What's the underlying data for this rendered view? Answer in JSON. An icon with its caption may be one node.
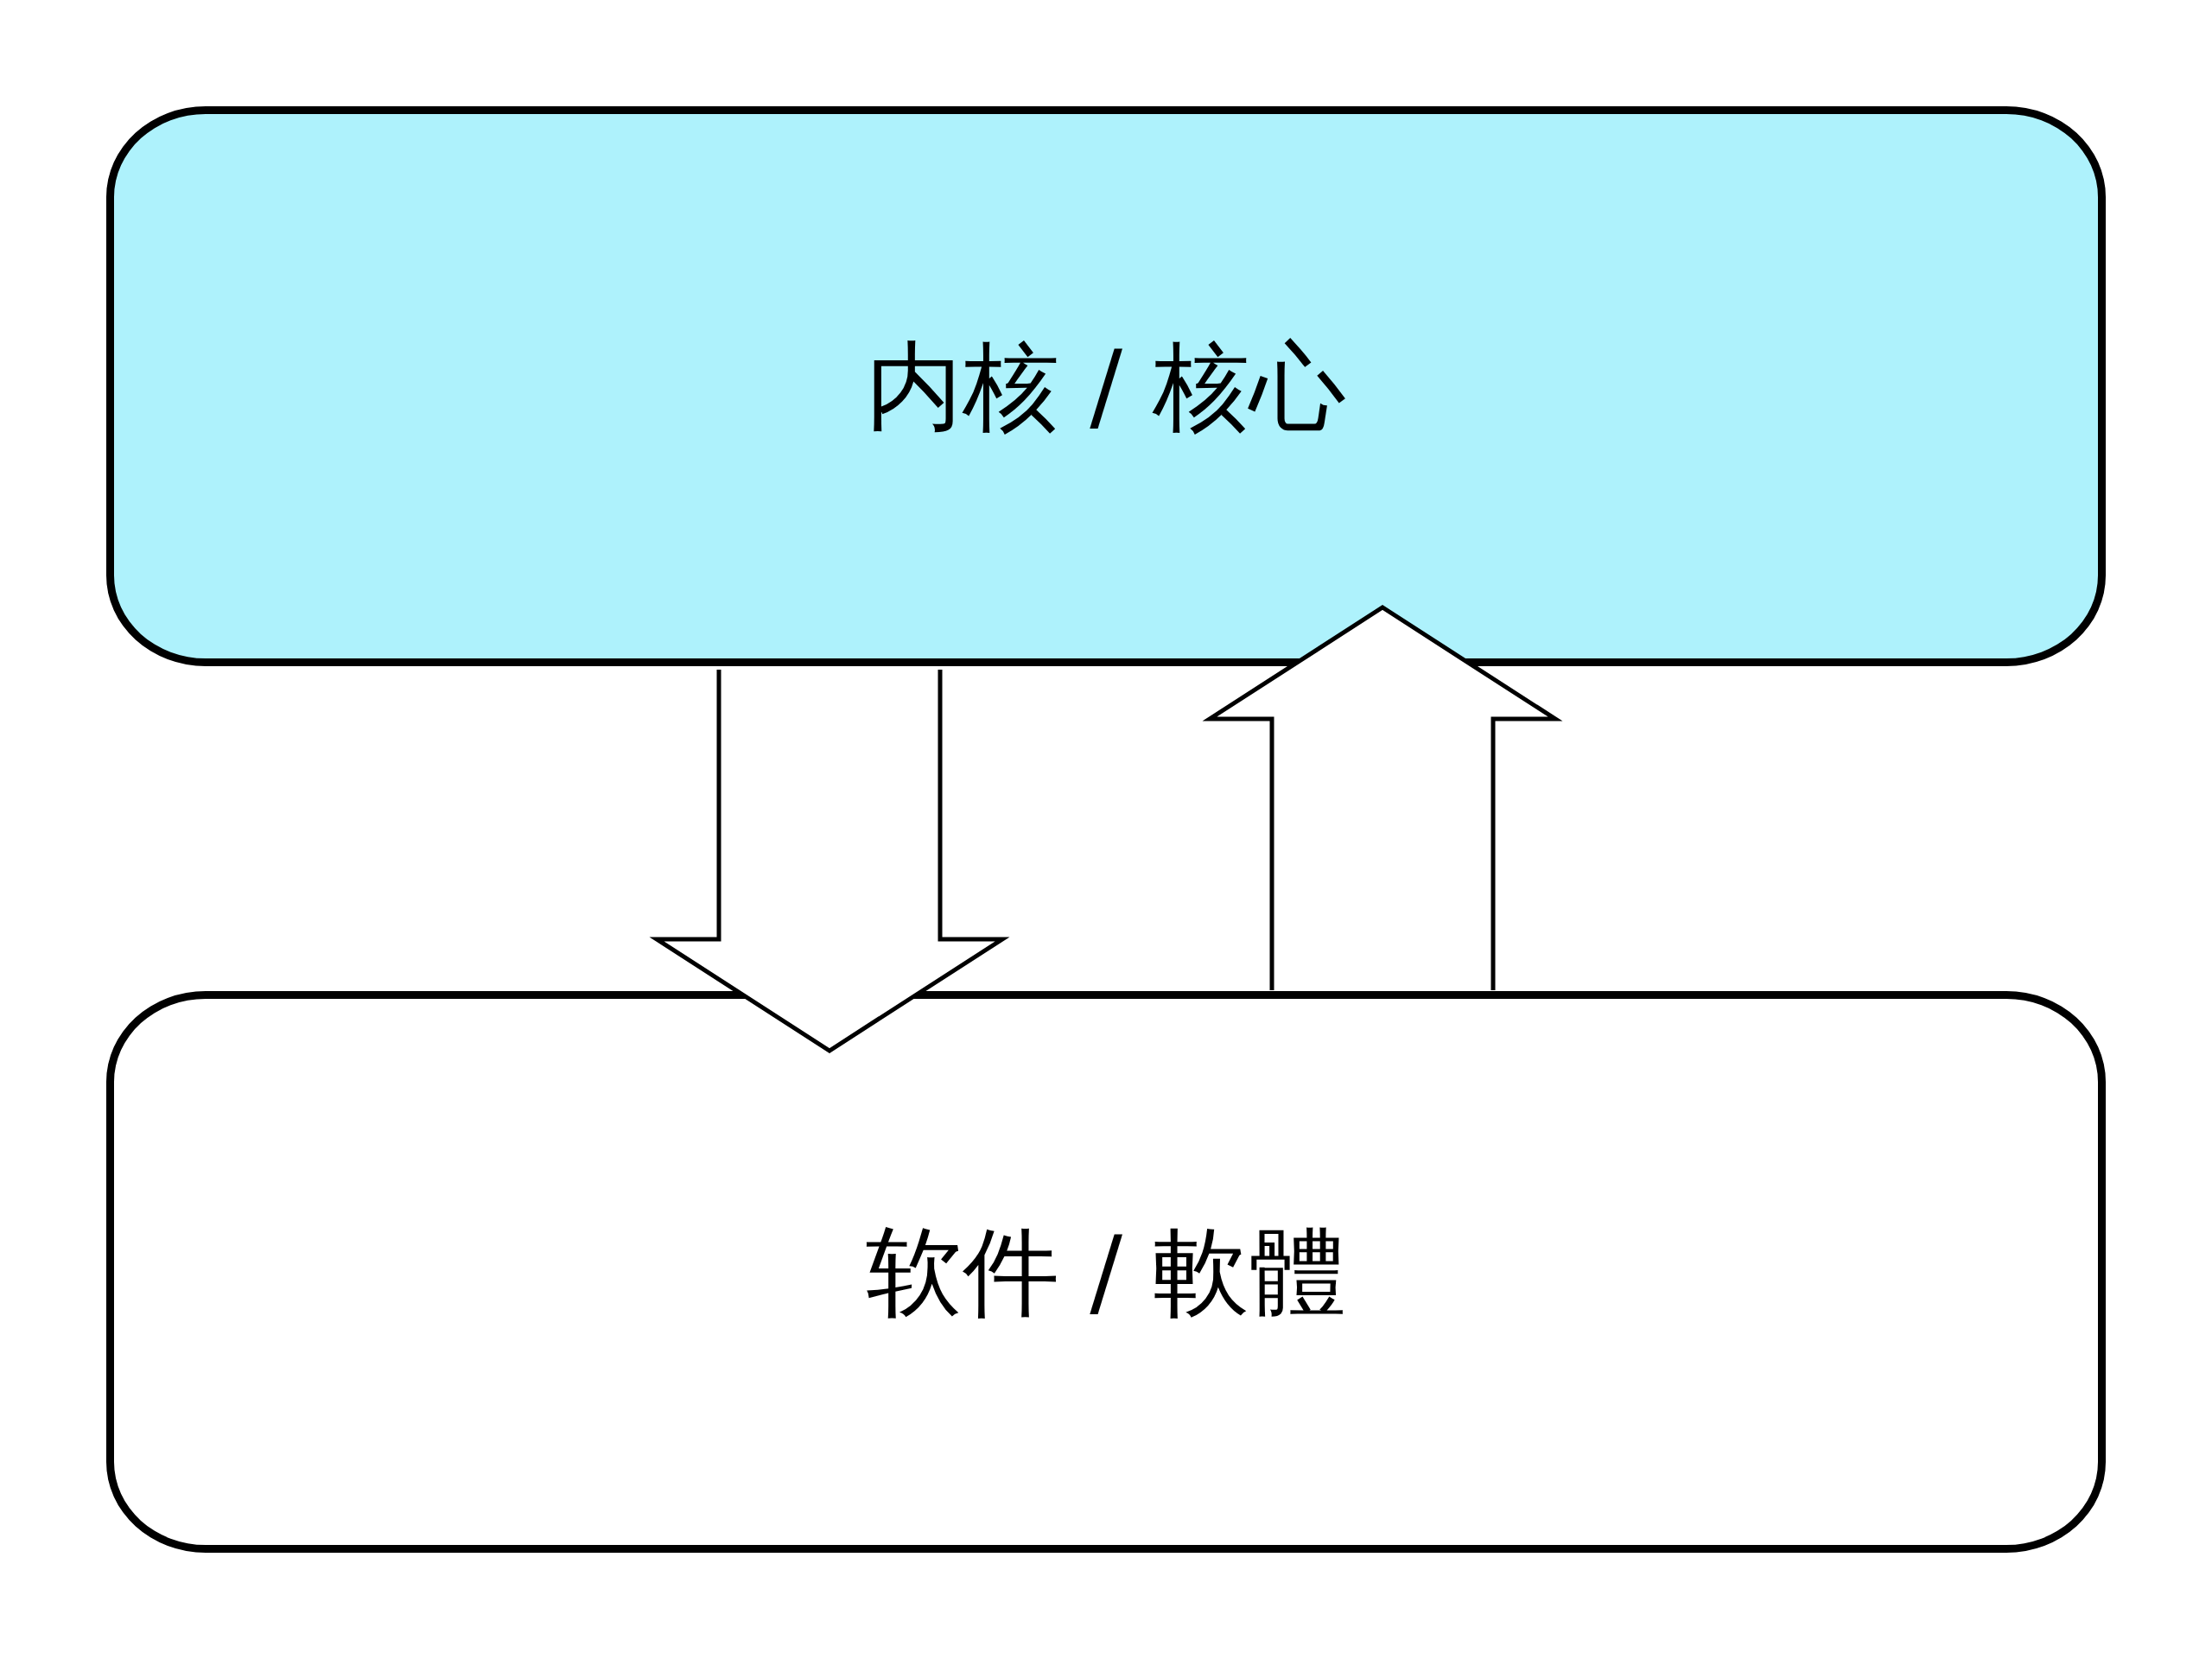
{
  "diagram": {
    "nodes": [
      {
        "text": [
          "内核 / 核心"
        ]
      },
      {
        "text": [
          "软件 / 軟體"
        ]
      }
    ],
    "edges": [
      {
        "from": 0,
        "to": 1,
        "arrow": "to"
      },
      {
        "from": 1,
        "to": 0,
        "arrow": "to"
      }
    ]
  }
}
